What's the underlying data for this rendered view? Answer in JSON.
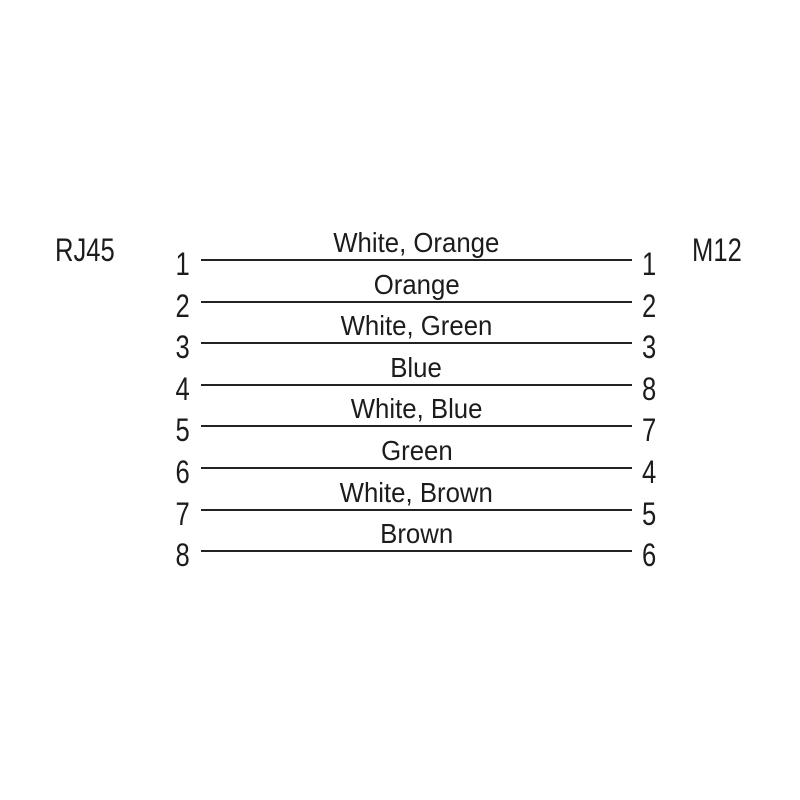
{
  "diagram": {
    "left_connector": "RJ45",
    "right_connector": "M12",
    "connections": [
      {
        "left_pin": "1",
        "wire_color": "White, Orange",
        "right_pin": "1"
      },
      {
        "left_pin": "2",
        "wire_color": "Orange",
        "right_pin": "2"
      },
      {
        "left_pin": "3",
        "wire_color": "White, Green",
        "right_pin": "3"
      },
      {
        "left_pin": "4",
        "wire_color": "Blue",
        "right_pin": "8"
      },
      {
        "left_pin": "5",
        "wire_color": "White, Blue",
        "right_pin": "7"
      },
      {
        "left_pin": "6",
        "wire_color": "Green",
        "right_pin": "4"
      },
      {
        "left_pin": "7",
        "wire_color": "White, Brown",
        "right_pin": "5"
      },
      {
        "left_pin": "8",
        "wire_color": "Brown",
        "right_pin": "6"
      }
    ],
    "colors": {
      "background": "#ffffff",
      "line": "#222222",
      "text": "#1c1c1c"
    }
  }
}
